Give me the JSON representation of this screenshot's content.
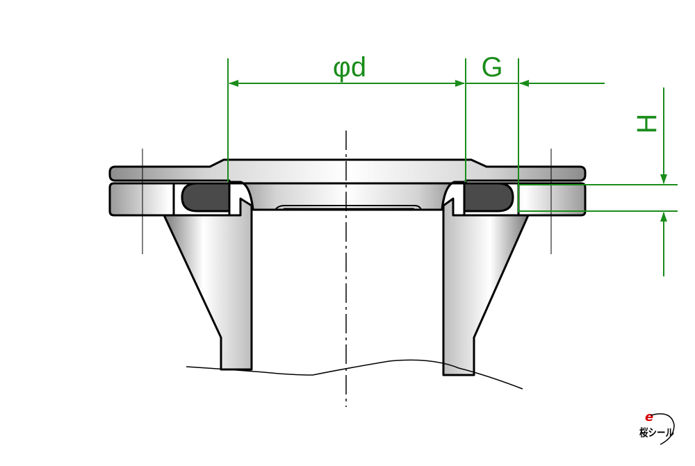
{
  "labels": {
    "dim_d": "φd",
    "dim_g": "G",
    "dim_h": "H"
  },
  "logo": {
    "text": "桜シール",
    "mark": "e"
  },
  "colors": {
    "dimension": "#1a8c1a",
    "outline": "#000000",
    "oring": "#4a4a4a",
    "logo_red": "#d40000"
  }
}
